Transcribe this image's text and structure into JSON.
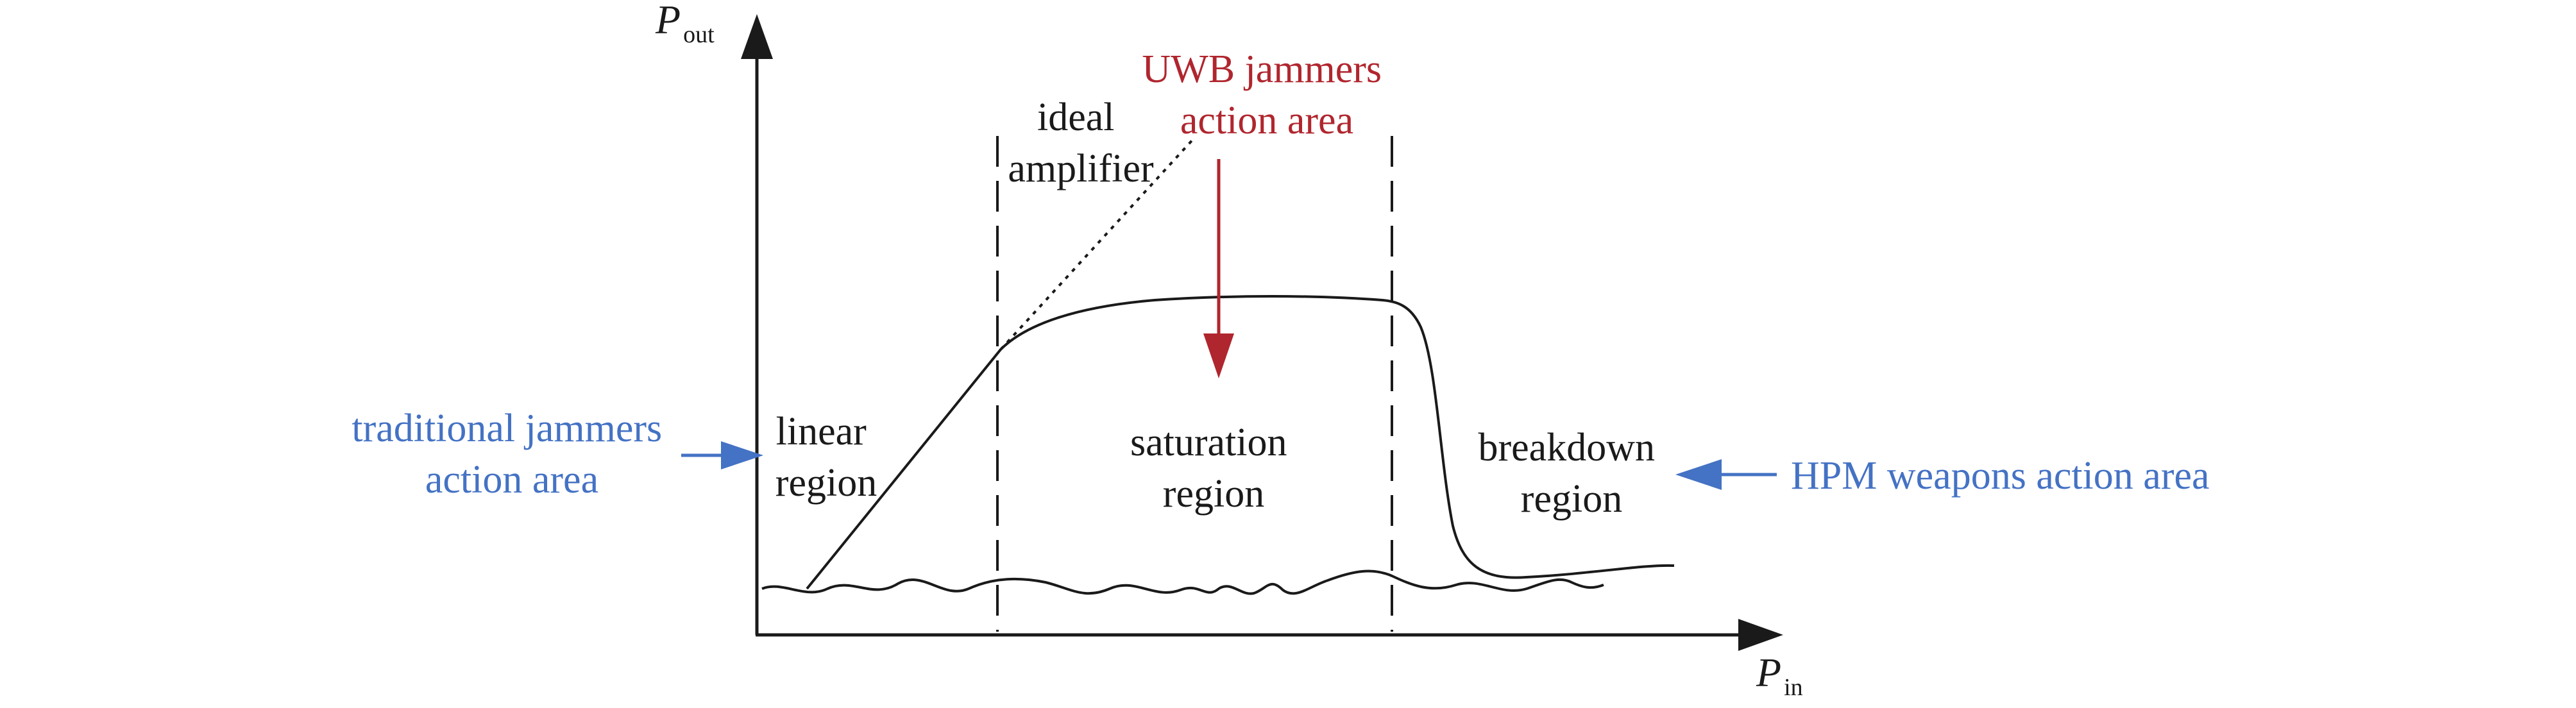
{
  "axes": {
    "y": {
      "main": "P",
      "sub": "out"
    },
    "x": {
      "main": "P",
      "sub": "in"
    }
  },
  "regions": {
    "linear": [
      "linear",
      "region"
    ],
    "saturation": [
      "saturation",
      "region"
    ],
    "breakdown": [
      "breakdown",
      "region"
    ]
  },
  "ideal_amplifier": [
    "ideal",
    "amplifier"
  ],
  "annotations": {
    "uwb": [
      "UWB jammers",
      "action area"
    ],
    "traditional": [
      "traditional jammers",
      "action area"
    ],
    "hpm": "HPM weapons action area"
  },
  "colors": {
    "axis": "#1a1a1a",
    "curve": "#1a1a1a",
    "blue": "#4472c4",
    "red": "#b0262e"
  }
}
